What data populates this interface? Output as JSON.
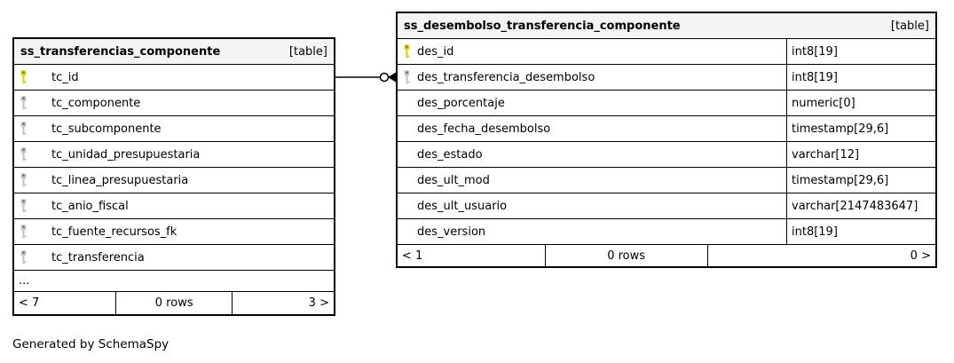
{
  "diagram": {
    "credit": "Generated by SchemaSpy"
  },
  "colors": {
    "primary_key": "#d6d600",
    "foreign_key": "#c4c4c4",
    "header_bg": "#f4f4f4",
    "border": "#000000"
  },
  "tables": {
    "left": {
      "name": "ss_transferencias_componente",
      "badge": "[table]",
      "columns": [
        {
          "name": "tc_id",
          "key": "pk"
        },
        {
          "name": "tc_componente",
          "key": "fk"
        },
        {
          "name": "tc_subcomponente",
          "key": "fk"
        },
        {
          "name": "tc_unidad_presupuestaria",
          "key": "fk"
        },
        {
          "name": "tc_linea_presupuestaria",
          "key": "fk"
        },
        {
          "name": "tc_anio_fiscal",
          "key": "fk"
        },
        {
          "name": "tc_fuente_recursos_fk",
          "key": "fk"
        },
        {
          "name": "tc_transferencia",
          "key": "fk"
        }
      ],
      "ellipsis": "...",
      "footer": {
        "left": "< 7",
        "center": "0 rows",
        "right": "3 >"
      }
    },
    "right": {
      "name": "ss_desembolso_transferencia_componente",
      "badge": "[table]",
      "columns": [
        {
          "name": "des_id",
          "type": "int8[19]",
          "key": "pk"
        },
        {
          "name": "des_transferencia_desembolso",
          "type": "int8[19]",
          "key": "fk"
        },
        {
          "name": "des_porcentaje",
          "type": "numeric[0]",
          "key": "none"
        },
        {
          "name": "des_fecha_desembolso",
          "type": "timestamp[29,6]",
          "key": "none"
        },
        {
          "name": "des_estado",
          "type": "varchar[12]",
          "key": "none"
        },
        {
          "name": "des_ult_mod",
          "type": "timestamp[29,6]",
          "key": "none"
        },
        {
          "name": "des_ult_usuario",
          "type": "varchar[2147483647]",
          "key": "none"
        },
        {
          "name": "des_version",
          "type": "int8[19]",
          "key": "none"
        }
      ],
      "footer": {
        "left": "< 1",
        "center": "0 rows",
        "right": "0 >"
      }
    }
  }
}
